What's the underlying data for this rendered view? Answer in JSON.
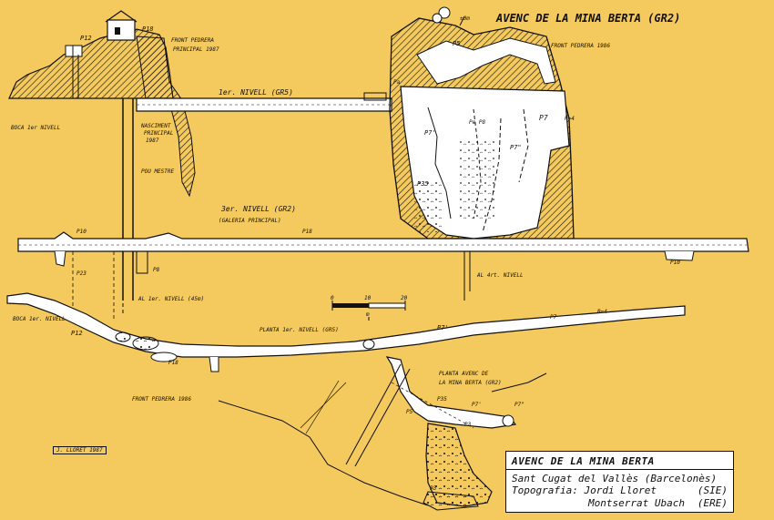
{
  "main_title": "AVENC DE LA MINA BERTA (GR2)",
  "labels": {
    "p12": "P12",
    "p18": "P18",
    "front_pedrera_principal_1": "FRONT PEDRERA",
    "front_pedrera_principal_2": "PRINCIPAL 1987",
    "boca_1r_nivell": "BOCA 1er NIVELL",
    "p5_top": "P5",
    "front_pedrera_1986_top": "FRONT PEDRERA 1986",
    "primer_nivell": "1er. NIVELL (GR5)",
    "pa": "Pa",
    "p7": "P7",
    "r4_top": "R=4",
    "pe_p8": "Pe P8",
    "p7_prime": "P7'",
    "p7_dprime": "P7\"",
    "p35_section": "P35",
    "pou_mestre": "POU MESTRE",
    "nasc_1": "NASCIMENT",
    "nasc_2": "PRINCIPAL",
    "nasc_3": "1987",
    "tercer_nivell": "3er. NIVELL (GR2)",
    "galeria_principal": "(GALERIA PRINCIPAL)",
    "p10_left": "P10",
    "p18_mid": "P18",
    "p23": "P23",
    "p8_section": "P8",
    "p10_right": "P10",
    "al_4t_nivell": "AL 4rt. NIVELL",
    "al_1r_nivell": "AL 1er. NIVELL (45m)",
    "scale_0": "0",
    "scale_10": "10",
    "scale_20": "20",
    "scale_unit": "m",
    "boca_plan": "BOCA 1er. NIVELL",
    "p12_plan": "P12",
    "planta_1r_nivell": "PLANTA 1er. NIVELL (GR5)",
    "p7_plan_prime": "P7'",
    "p7_plan": "P7",
    "r4_plan": "R=4",
    "p18_plan": "P18",
    "front_pedrera_1986_plan": "FRONT PEDRERA 1986",
    "planta_avenc_1": "PLANTA AVENC DE",
    "planta_avenc_2": "LA MINA BERTA (GR2)",
    "p35_plan": "P35",
    "p5_plan": "P5",
    "p7_plan_a": "P7'",
    "p7_plan_b": "P7\"",
    "p3_plan": "P3",
    "p3_bottom": "P3",
    "zero_mark": "±0m"
  },
  "signature": "J. LLORET 1987",
  "cartouche": {
    "title": "AVENC DE LA MINA BERTA",
    "location": "Sant Cugat del Vallès (Barcelonès)",
    "topo_label": "Topografia:",
    "author1_name": "Jordi Lloret",
    "author1_group": "(SIE)",
    "author2_name": "Montserrat Ubach",
    "author2_group": "(ERE)"
  },
  "colors": {
    "background": "#f4c95d",
    "ink": "#111111",
    "passage_fill": "#ffffff"
  }
}
